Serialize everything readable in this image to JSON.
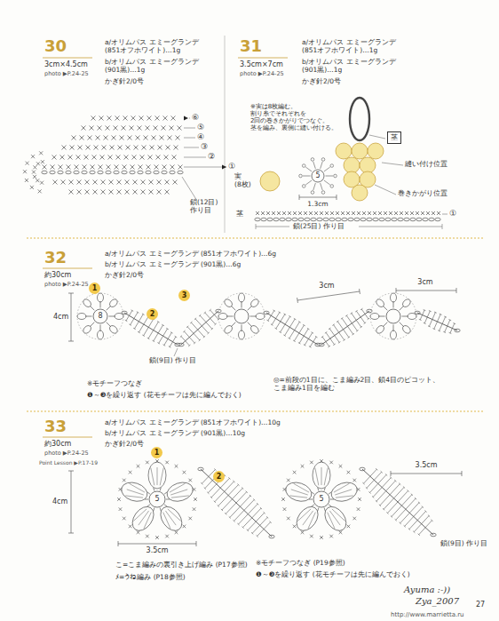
{
  "diagram": {
    "nodes": [
      {
        "text": [
          "茎"
        ]
      },
      {
        "text": [
          "実 (8枚)"
        ]
      },
      {
        "text": [
          "5"
        ]
      },
      {
        "text": [
          "1"
        ]
      },
      {
        "text": [
          "2"
        ]
      },
      {
        "text": [
          "3"
        ]
      },
      {
        "text": [
          "1"
        ]
      },
      {
        "text": [
          "2"
        ]
      }
    ],
    "labels": [
      "30",
      "3cm×4.5cm",
      "photo ▶P.24-25",
      "a/オリムパス エミーグランデ (851オフホワイト)…1g",
      "b/オリムパス エミーグランデ (901黒)…1g",
      "かぎ針2/0号",
      "⑥",
      "⑤",
      "④",
      "③",
      "②",
      "①",
      "鎖(12目) 作り目",
      "31",
      "3.5cm×7cm",
      "photo ▶P.24-25",
      "a/オリムパス エミーグランデ (851オフホワイト)…1g",
      "b/オリムパス エミーグランデ (901黒)…1g",
      "かぎ針2/0号",
      "※実は8枚編む。 割り糸でそれぞれを 2回の巻きかがりでつなぐ。 茎を編み、裏側に縫い付ける。",
      "縫い付け位置",
      "巻きかがり位置",
      "1.3cm",
      "茎",
      "①",
      "鎖(25目) 作り目",
      "32",
      "約30cm",
      "photo ▶P.24-25",
      "a/オリムパス エミーグランデ (851オフホワイト)…6g",
      "b/オリムパス エミーグランデ (901黒)…6g",
      "かぎ針2/0号",
      "8",
      "4cm",
      "3cm",
      "3cm",
      "鎖(9目) 作り目",
      "※モチーフつなぎ",
      "❶～❸を繰り返す (花モチーフは先に編んでおく)",
      "◎=前段の1目に、こま編み2目、鎖4目のピコット、 こま編み1目を編む",
      "33",
      "約30cm",
      "photo ▶P.24-25",
      "Point Lesson ▶P.17-19",
      "a/オリムパス エミーグランデ (851オフホワイト)…10g",
      "b/オリムパス エミーグランデ (901黒)…10g",
      "かぎ針2/0号",
      "5",
      "5",
      "4cm",
      "3.5cm",
      "3.5cm",
      "鎖(9目) 作り目",
      "こ=こま編みの裏引き上げ編み (P17参照)",
      "ﾒ=うね編み (P18参照)",
      "※モチーフつなぎ (P19参照)",
      "❶～❸を繰り返す (花モチーフは先に編んでおく)",
      "Ayuma :-))",
      "Zya_2007",
      "27",
      "http://www.marrietta.ru"
    ]
  }
}
